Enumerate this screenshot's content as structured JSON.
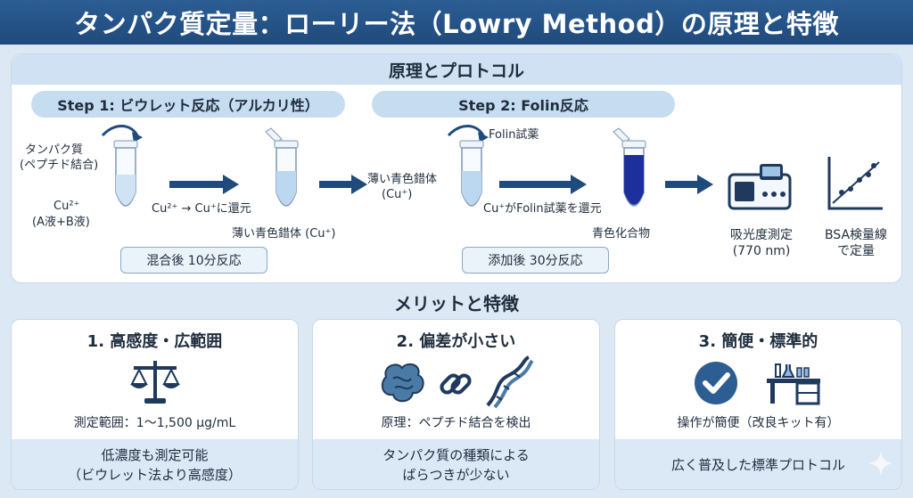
{
  "title": "タンパク質定量：ローリー法（Lowry Method）の原理と特徴",
  "protocol": {
    "heading": "原理とプロトコル",
    "step1": {
      "label": "Step 1: ビウレット反応（アルカリ性）",
      "protein": "タンパク質",
      "peptide": "(ペプチド結合)",
      "cu_ion": "Cu²⁺",
      "reagent": "(A液+B液)",
      "reduction": "Cu²⁺ → Cu⁺に還元",
      "product": "薄い青色錯体 (Cu⁺)",
      "time": "混合後 10分反応"
    },
    "step2": {
      "label": "Step 2: Folin反応",
      "input_line1": "薄い青色錯体",
      "input_line2": "(Cu⁺)",
      "folin": "Folin試薬",
      "reduction": "Cu⁺がFolin試薬を還元",
      "product": "青色化合物",
      "time": "添加後 30分反応"
    },
    "measure": {
      "line1": "吸光度測定",
      "line2": "(770 nm)"
    },
    "standard": {
      "line1": "BSA検量線",
      "line2": "で定量"
    }
  },
  "merits": {
    "heading": "メリットと特徴",
    "cards": [
      {
        "title": "1. 高感度・広範囲",
        "icon": "scale-icon",
        "desc": "測定範囲：1〜1,500 μg/mL",
        "foot1": "低濃度も測定可能",
        "foot2": "（ビウレット法より高感度）"
      },
      {
        "title": "2. 偏差が小さい",
        "icon": "protein-link-dna-icon",
        "desc": "原理：ペプチド結合を検出",
        "foot1": "タンパク質の種類による",
        "foot2": "ばらつきが少ない"
      },
      {
        "title": "3. 簡便・標準的",
        "icon": "check-lab-icon",
        "desc": "操作が簡便（改良キット有）",
        "foot1": "広く普及した標準プロトコル",
        "foot2": ""
      }
    ]
  },
  "colors": {
    "title_bg": "#1f4a7c",
    "arrow": "#1f4a7c",
    "light_blue": "#c6dcf1",
    "deep_blue": "#1c2f9c"
  }
}
